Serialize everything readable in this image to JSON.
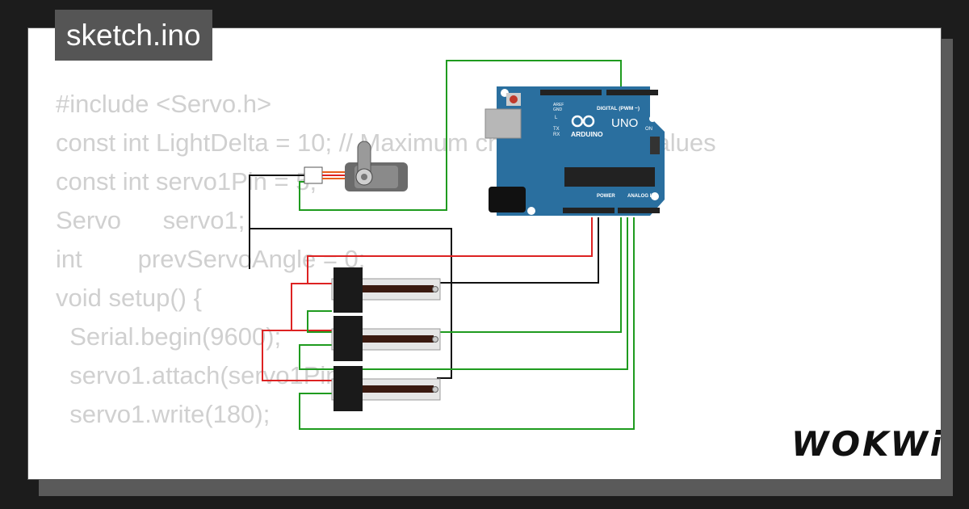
{
  "tab": {
    "title": "sketch.ino"
  },
  "code_lines": [
    "#include <Servo.h>",
    "",
    "const int LightDelta = 10; // Maximum change in light values",
    "const int servo1Pin = 5;",
    "Servo      servo1;",
    "int        prevServoAngle = 0;",
    "",
    "void setup() {",
    "  Serial.begin(9600);",
    "  servo1.attach(servo1Pin);",
    "  servo1.write(180);"
  ],
  "board": {
    "name": "ARDUINO",
    "model": "UNO",
    "digital_label": "DIGITAL (PWM ~)",
    "analog_label": "ANALOG IN",
    "power_label": "POWER",
    "aref": "AREF",
    "gnd": "GND",
    "led_l": "L",
    "led_tx": "TX",
    "led_rx": "RX",
    "led_on": "ON"
  },
  "brand": {
    "logo": "WOKWi"
  },
  "colors": {
    "board": "#2a6f9f",
    "wire_green": "#1f9b1f",
    "wire_red": "#dd2222",
    "wire_black": "#111111"
  }
}
